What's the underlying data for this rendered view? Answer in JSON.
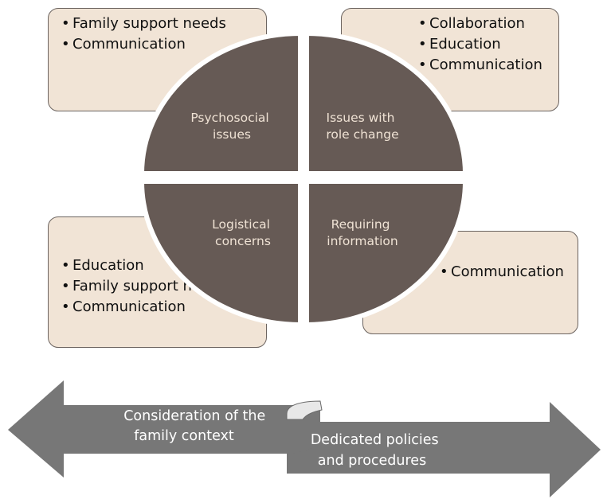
{
  "boxes": {
    "top_left": [
      "Family support needs",
      "Communication"
    ],
    "top_right": [
      "Collaboration",
      "Education",
      "Communication"
    ],
    "bottom_left": [
      "Education",
      "Family support needs",
      "Communication"
    ],
    "bottom_right": [
      "Communication"
    ]
  },
  "quadrants": {
    "top_left": [
      "Psychosocial",
      "issues"
    ],
    "top_right": [
      "Issues with",
      "role change"
    ],
    "bottom_left": [
      "Logistical",
      "concerns"
    ],
    "bottom_right": [
      "Requiring",
      "information"
    ]
  },
  "arrows": {
    "left": [
      "Consideration of the",
      "family context"
    ],
    "right": [
      "Dedicated policies",
      "and procedures"
    ]
  },
  "colors": {
    "quadrant_fill": "#665a55",
    "box_fill": "#f1e4d6",
    "arrow_fill": "#777777"
  }
}
